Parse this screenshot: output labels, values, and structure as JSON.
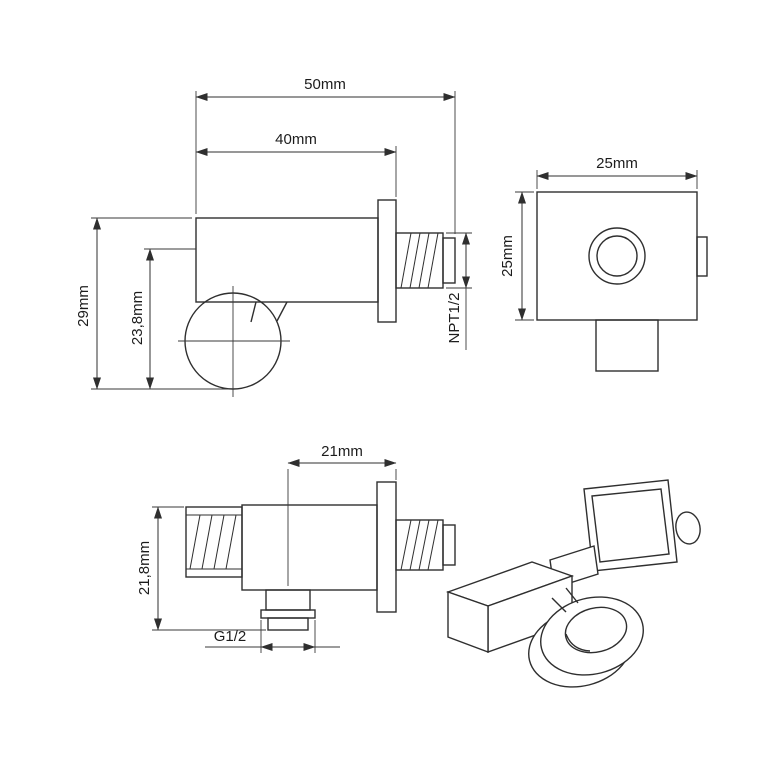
{
  "drawing": {
    "background": "#ffffff",
    "line_color": "#2f2f2f",
    "text_color": "#1c1c1c",
    "views": {
      "side_view_top": {
        "dim_overall_length": "50mm",
        "dim_body_length": "40mm",
        "dim_overall_height": "29mm",
        "dim_partial_height": "23,8mm",
        "thread_label": "NPT1/2"
      },
      "front_view": {
        "dim_width": "25mm",
        "dim_height": "25mm"
      },
      "side_view_bottom": {
        "dim_wall_offset": "21mm",
        "dim_height": "21,8mm",
        "thread_label": "G1/2"
      },
      "isometric_view": {
        "description": "3D view of square shower holder with wall flange"
      }
    }
  }
}
